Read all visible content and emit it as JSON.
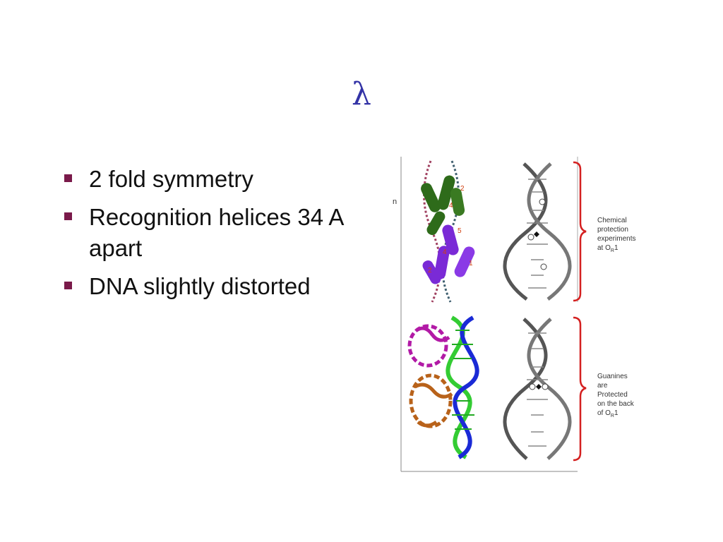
{
  "slide": {
    "title": "λ",
    "bullets": [
      {
        "text": "2 fold symmetry"
      },
      {
        "text": "Recognition helices 34 A apart"
      },
      {
        "text": "DNA slightly distorted"
      }
    ]
  },
  "figure": {
    "panel_letter": "n",
    "upper_caption": {
      "lines": [
        "Chemical",
        "protection",
        "experiments"
      ],
      "last_prefix": "at O",
      "last_sub": "R",
      "last_suffix": "1"
    },
    "lower_caption": {
      "lines": [
        "Guanines",
        "are",
        "Protected",
        "on the back"
      ],
      "last_prefix": "of O",
      "last_sub": "R",
      "last_suffix": "1"
    },
    "colors": {
      "title": "#3333a6",
      "bullet_marker": "#7a1a4a",
      "bracket": "#d42020",
      "helix_green": "#2e6b1a",
      "helix_purple": "#7a2ad6",
      "dna_green": "#33cc33",
      "dna_blue": "#1a2ad6",
      "protein_magenta": "#b21aa6",
      "protein_orange": "#b8621a"
    }
  }
}
